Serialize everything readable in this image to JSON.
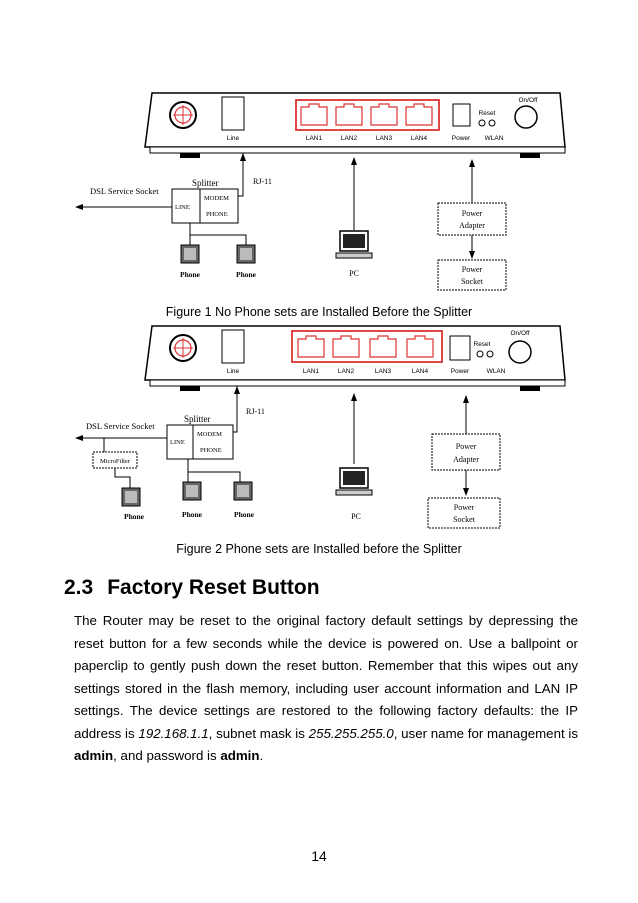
{
  "figure1": {
    "caption": "Figure 1 No Phone sets are Installed Before the Splitter"
  },
  "figure2": {
    "caption": "Figure 2 Phone sets are Installed before the Splitter",
    "microfilter_label": "MicroFilter"
  },
  "diagram_labels": {
    "onoff": "On/Off",
    "reset": "Reset",
    "line_port": "Line",
    "lan1": "LAN1",
    "lan2": "LAN2",
    "lan3": "LAN3",
    "lan4": "LAN4",
    "power_port": "Power",
    "wlan": "WLAN",
    "rj11": "RJ-11",
    "splitter": "Splitter",
    "modem": "MODEM",
    "line": "LINE",
    "phone_port": "PHONE",
    "dsl_socket": "DSL Service Socket",
    "power_adapter_1": "Power",
    "power_adapter_2": "Adapter",
    "power_socket_1": "Power",
    "power_socket_2": "Socket",
    "phone": "Phone",
    "pc": "PC"
  },
  "section": {
    "number": "2.3",
    "title": "Factory Reset Button"
  },
  "body": {
    "p1": "The Router may be reset to the original factory default settings by depressing the reset button for a few seconds while the device is powered on. Use a ballpoint or paperclip to gently push down the reset button. Remember that this wipes out any settings stored in the flash memory, including user account information and LAN IP settings. The device settings are restored to the following factory defaults: the IP address is ",
    "ip": "192.168.1.1",
    "p2": ", subnet mask is ",
    "mask": "255.255.255.0",
    "p3": ", user name for management is ",
    "user": "admin",
    "p4": ", and password is ",
    "pass": "admin",
    "p5": "."
  },
  "page_number": "14"
}
